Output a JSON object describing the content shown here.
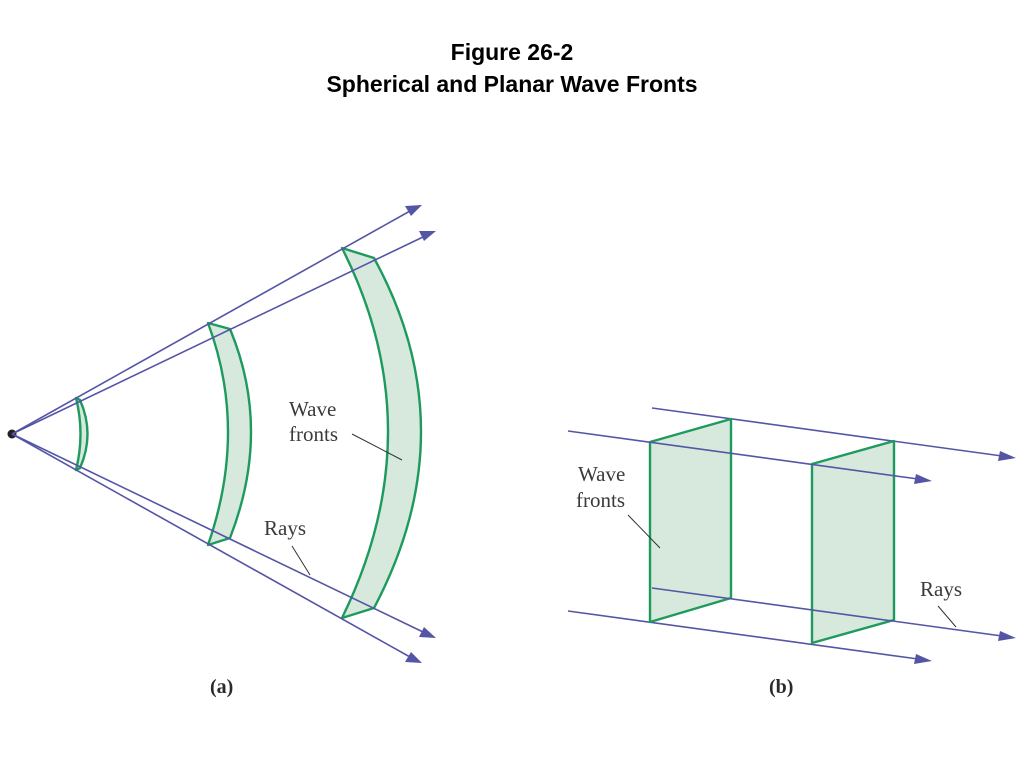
{
  "title": {
    "line1": "Figure 26-2",
    "line2": "Spherical and Planar Wave Fronts"
  },
  "panel_a": {
    "wave_label_line1": "Wave",
    "wave_label_line2": "fronts",
    "rays_label": "Rays",
    "panel_label": "(a)"
  },
  "panel_b": {
    "wave_label_line1": "Wave",
    "wave_label_line2": "fronts",
    "rays_label": "Rays",
    "panel_label": "(b)"
  },
  "colors": {
    "ray": "#5555a6",
    "wavefront_stroke": "#1e9a5e",
    "wavefront_fill": "#d6e9dc"
  }
}
